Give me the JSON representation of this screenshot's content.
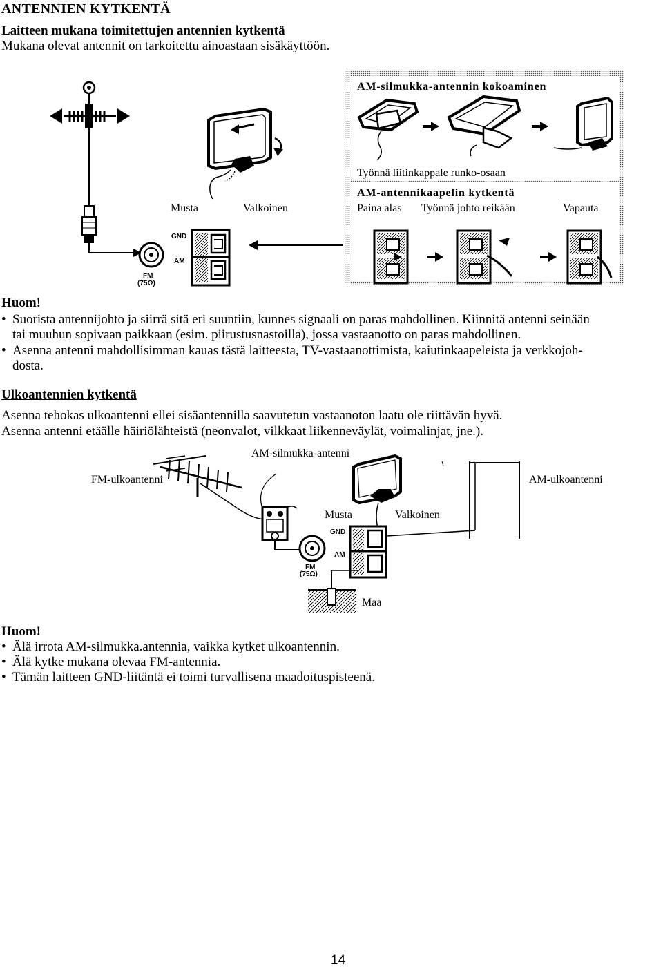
{
  "title": "ANTENNIEN KYTKENTÄ",
  "section1": {
    "heading": "Laitteen mukana toimitettujen antennien kytkentä",
    "intro": "Mukana olevat antennit on tarkoitettu ainoastaan sisäkäyttöön."
  },
  "diagram1": {
    "label_musta": "Musta",
    "label_valkoinen": "Valkoinen",
    "terminal_gnd": "GND",
    "terminal_am": "AM",
    "terminal_fm": "FM",
    "terminal_fm_ohm": "(75Ω)",
    "assembly_title": "AM-silmukka-antennin  kokoaminen",
    "assembly_caption": "Työnnä liitinkappale runko-osaan",
    "cable_title": "AM-antennikaapelin  kytkentä",
    "step_press": "Paina alas",
    "step_push": "Työnnä johto reikään",
    "step_release": "Vapauta"
  },
  "note1": {
    "heading": "Huom!",
    "bullets": [
      {
        "line1": "Suorista antennijohto ja siirrä sitä eri suuntiin, kunnes signaali on paras mahdollinen. Kiinnitä antenni seinään",
        "line2": "tai muuhun sopivaan paikkaan (esim. piirustusnastoilla), jossa vastaanotto on paras mahdollinen."
      },
      {
        "line1": "Asenna antenni mahdollisimman kauas tästä laitteesta, TV-vastaanottimista, kaiutinkaapeleista ja verkkojoh-",
        "line2": "dosta."
      }
    ]
  },
  "section2": {
    "heading": "Ulkoantennien kytkentä",
    "line1": "Asenna tehokas ulkoantenni ellei sisäantennilla saavutetun vastaanoton laatu ole riittävän hyvä.",
    "line2": "Asenna antenni etäälle häiriölähteistä (neonvalot, vilkkaat liikenneväylät, voimalinjat, jne.)."
  },
  "diagram2": {
    "label_am_loop": "AM-silmukka-antenni",
    "label_fm_outdoor": "FM-ulkoantenni",
    "label_am_outdoor": "AM-ulkoantenni",
    "label_musta": "Musta",
    "label_valkoinen": "Valkoinen",
    "label_maa": "Maa",
    "terminal_gnd": "GND",
    "terminal_am": "AM",
    "terminal_fm": "FM",
    "terminal_fm_ohm": "(75Ω)"
  },
  "note2": {
    "heading": "Huom!",
    "bullets": [
      "Älä irrota AM-silmukka.antennia, vaikka kytket ulkoantennin.",
      "Älä kytke mukana olevaa FM-antennia.",
      "Tämän laitteen GND-liitäntä ei toimi turvallisena maadoituspisteenä."
    ]
  },
  "page_number": "14"
}
